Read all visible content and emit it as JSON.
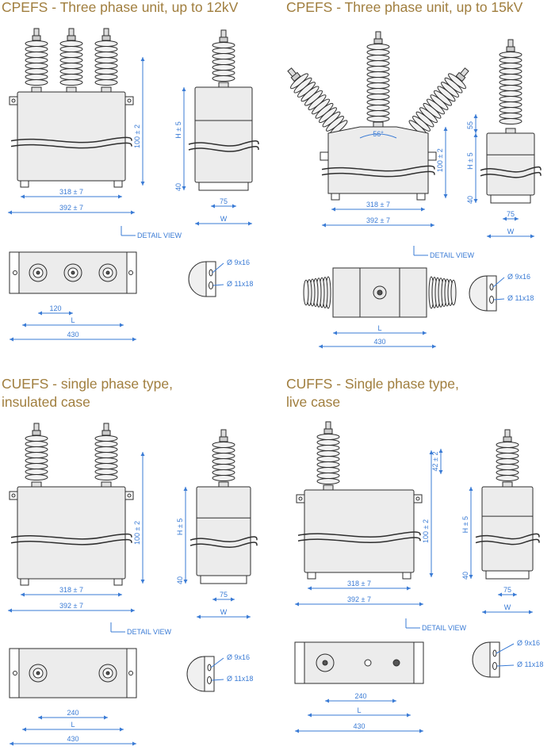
{
  "colors": {
    "title": "#a07e3e",
    "dimension": "#3a7bd5",
    "outline": "#2e2e2e",
    "body_fill": "#ececec"
  },
  "panels": [
    {
      "title_lines": [
        "CPEFS - Three phase unit, up to 12kV"
      ],
      "dims": {
        "h_upper": "100 ± 2",
        "h_total": "H ± 5",
        "h_lower": "40",
        "w1": "318 ± 7",
        "w2": "392 ± 7",
        "side_w": "75",
        "side_W": "W",
        "detail": "DETAIL VIEW",
        "slot1": "Ø 9x16",
        "slot2": "Ø 11x18",
        "pitch": "120",
        "L": "L",
        "base": "430"
      }
    },
    {
      "title_lines": [
        "CPEFS - Three phase unit, up to 15kV"
      ],
      "dims": {
        "h_top": "55",
        "h_upper": "100 ± 2",
        "h_total": "H ± 5",
        "h_lower": "40",
        "angle": "56°",
        "w1": "318 ± 7",
        "w2": "392 ± 7",
        "side_w": "75",
        "side_W": "W",
        "detail": "DETAIL VIEW",
        "slot1": "Ø 9x16",
        "slot2": "Ø 11x18",
        "L": "L",
        "base": "430"
      }
    },
    {
      "title_lines": [
        "CUEFS - single phase type,",
        "insulated case"
      ],
      "dims": {
        "h_upper": "100 ± 2",
        "h_total": "H ± 5",
        "h_lower": "40",
        "w1": "318 ± 7",
        "w2": "392 ± 7",
        "side_w": "75",
        "side_W": "W",
        "detail": "DETAIL VIEW",
        "slot1": "Ø 9x16",
        "slot2": "Ø 11x18",
        "pitch": "240",
        "L": "L",
        "base": "430"
      }
    },
    {
      "title_lines": [
        "CUFFS - Single phase type,",
        "live case"
      ],
      "dims": {
        "h_top": "42 ± 2",
        "h_upper": "100 ± 2",
        "h_total": "H ± 5",
        "h_lower": "40",
        "w1": "318 ± 7",
        "w2": "392 ± 7",
        "side_w": "75",
        "side_W": "W",
        "detail": "DETAIL VIEW",
        "slot1": "Ø 9x16",
        "slot2": "Ø 11x18",
        "pitch": "240",
        "L": "L",
        "base": "430"
      }
    }
  ]
}
